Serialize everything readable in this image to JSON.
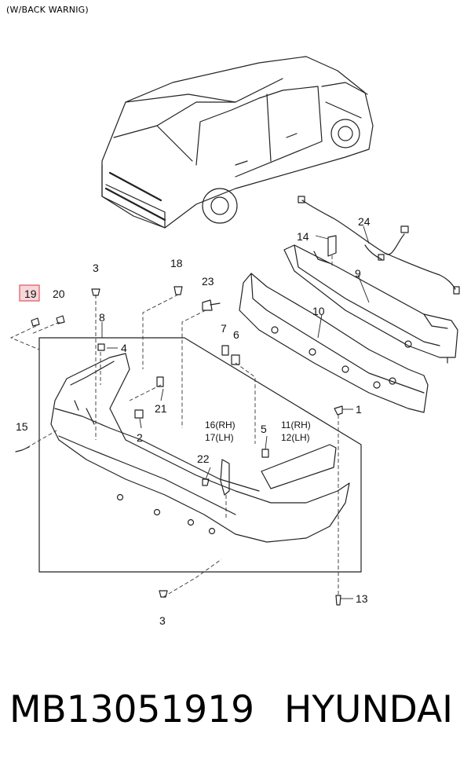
{
  "header": {
    "note": "(W/BACK WARNIG)"
  },
  "callouts": [
    {
      "id": "c1",
      "text": "1"
    },
    {
      "id": "c2",
      "text": "2"
    },
    {
      "id": "c3a",
      "text": "3"
    },
    {
      "id": "c3b",
      "text": "3"
    },
    {
      "id": "c4",
      "text": "4"
    },
    {
      "id": "c5",
      "text": "5"
    },
    {
      "id": "c6",
      "text": "6"
    },
    {
      "id": "c7",
      "text": "7"
    },
    {
      "id": "c8",
      "text": "8"
    },
    {
      "id": "c9",
      "text": "9"
    },
    {
      "id": "c10",
      "text": "10"
    },
    {
      "id": "c13",
      "text": "13"
    },
    {
      "id": "c14",
      "text": "14"
    },
    {
      "id": "c15",
      "text": "15"
    },
    {
      "id": "c16",
      "text": "16(RH)"
    },
    {
      "id": "c17",
      "text": "17(LH)"
    },
    {
      "id": "c11",
      "text": "11(RH)"
    },
    {
      "id": "c12",
      "text": "12(LH)"
    },
    {
      "id": "c18",
      "text": "18"
    },
    {
      "id": "c19",
      "text": "19"
    },
    {
      "id": "c20",
      "text": "20"
    },
    {
      "id": "c21",
      "text": "21"
    },
    {
      "id": "c22",
      "text": "22"
    },
    {
      "id": "c23",
      "text": "23"
    },
    {
      "id": "c24",
      "text": "24"
    }
  ],
  "footer": {
    "part_number": "MB13051919",
    "brand": "HYUNDAI"
  },
  "colors": {
    "highlight_box": "#e0606a",
    "highlight_fill": "#f7d7da",
    "line": "#222222"
  }
}
